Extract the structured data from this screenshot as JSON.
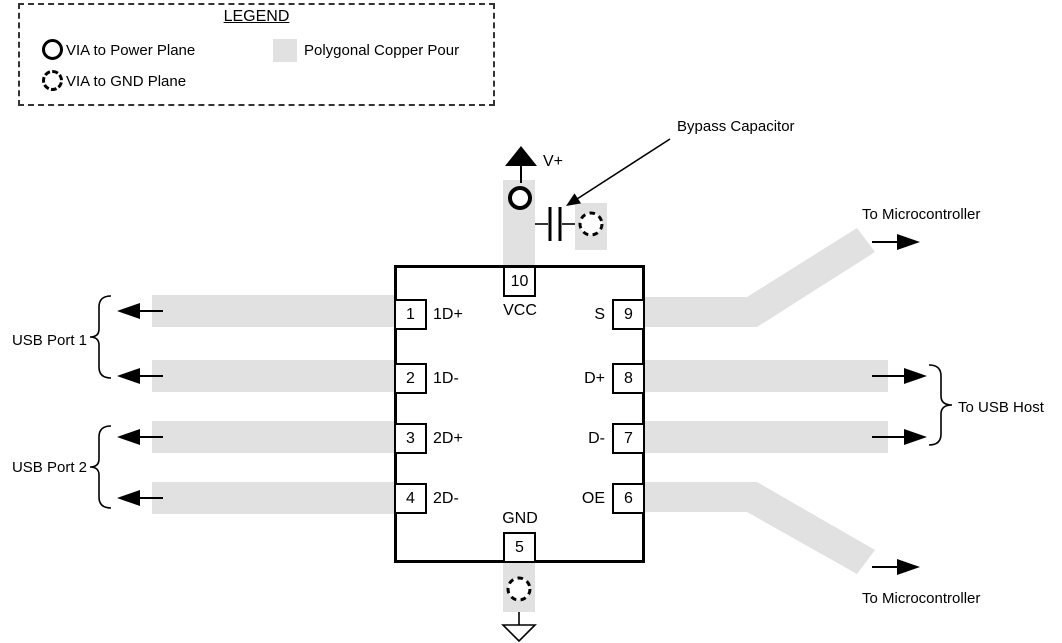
{
  "legend": {
    "title": "LEGEND",
    "items": [
      {
        "icon": "power-via-icon",
        "label": "VIA to Power Plane"
      },
      {
        "icon": "gnd-via-icon",
        "label": "VIA to GND Plane"
      },
      {
        "icon": "copper-pour-icon",
        "label": "Polygonal Copper Pour"
      }
    ]
  },
  "labels": {
    "bypass_capacitor": "Bypass Capacitor",
    "v_plus": "V+",
    "to_microcontroller_top": "To Microcontroller",
    "to_microcontroller_bottom": "To Microcontroller",
    "to_usb_host": "To USB Host",
    "usb_port_1": "USB Port 1",
    "usb_port_2": "USB Port 2"
  },
  "ic": {
    "pins": {
      "top": {
        "number": "10",
        "name": "VCC"
      },
      "bottom": {
        "number": "5",
        "name": "GND"
      },
      "left": [
        {
          "number": "1",
          "name": "1D+"
        },
        {
          "number": "2",
          "name": "1D-"
        },
        {
          "number": "3",
          "name": "2D+"
        },
        {
          "number": "4",
          "name": "2D-"
        }
      ],
      "right": [
        {
          "number": "9",
          "name": "S"
        },
        {
          "number": "8",
          "name": "D+"
        },
        {
          "number": "7",
          "name": "D-"
        },
        {
          "number": "6",
          "name": "OE"
        }
      ]
    }
  },
  "colors": {
    "copper_pour": "#e1e1e1",
    "line": "#000000"
  }
}
